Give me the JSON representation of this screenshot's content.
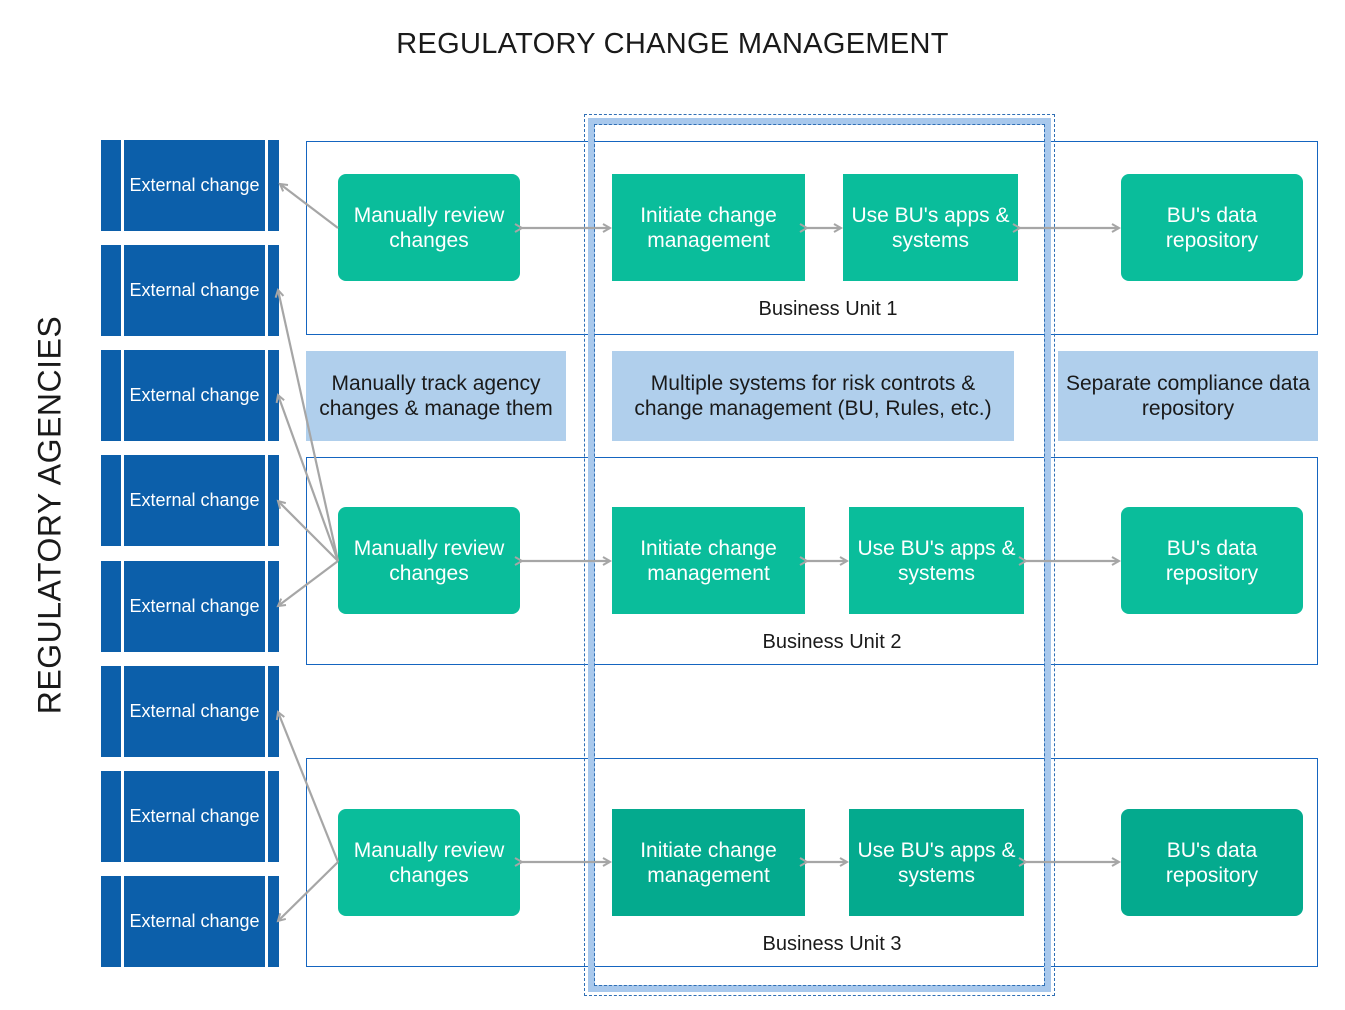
{
  "title": "REGULATORY CHANGE MANAGEMENT",
  "side_label": "REGULATORY AGENCIES",
  "external_changes": [
    "External change",
    "External change",
    "External change",
    "External change",
    "External change",
    "External change",
    "External change",
    "External change"
  ],
  "business_units": [
    {
      "label": "Business Unit 1",
      "review": "Manually review changes",
      "initiate": "Initiate change management",
      "apps": "Use BU's apps & systems",
      "repository": "BU's data repository"
    },
    {
      "label": "Business Unit 2",
      "review": "Manually review changes",
      "initiate": "Initiate change management",
      "apps": "Use BU's apps & systems",
      "repository": "BU's data repository"
    },
    {
      "label": "Business Unit 3",
      "review": "Manually review changes",
      "initiate": "Initiate change management",
      "apps": "Use BU's apps & systems",
      "repository": "BU's data repository"
    }
  ],
  "notes": {
    "track": "Manually track agency changes & manage them",
    "systems": "Multiple systems for risk controts & change management (BU, Rules, etc.)",
    "compliance": "Separate compliance data repository"
  },
  "colors": {
    "agency_blue": "#0c5faa",
    "process_green": "#0abd9b",
    "process_green_dark": "#04aa8e",
    "note_blue": "#b0cfec",
    "frame_blue": "#1565c0",
    "arrow_gray": "#a6a6a6"
  }
}
